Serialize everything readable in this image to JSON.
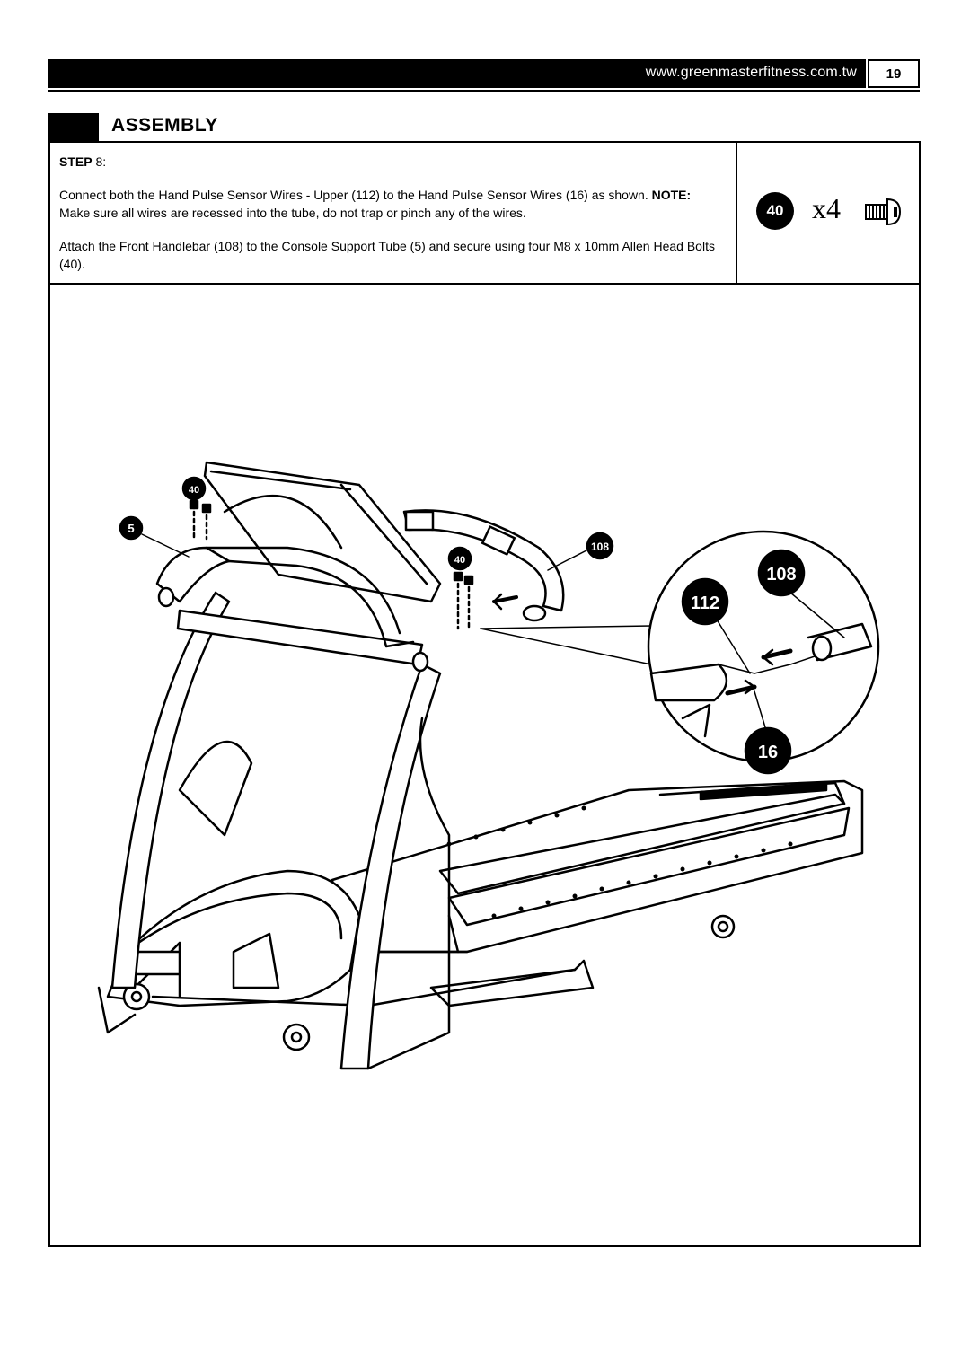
{
  "header": {
    "url": "www.greenmasterfitness.com.tw",
    "page_number": "19"
  },
  "section": {
    "title": "ASSEMBLY"
  },
  "step": {
    "label": "STEP",
    "number": "8:",
    "paragraph1_a": "Connect both the Hand Pulse Sensor Wires - Upper (112) to the Hand Pulse Sensor Wires (16) as shown.",
    "paragraph1_note_label": "NOTE:",
    "paragraph1_b": "Make sure all wires are recessed into the tube, do not trap or pinch any of the wires.",
    "paragraph2": "Attach the Front Handlebar (108) to the Console Support Tube (5) and secure using four M8 x 10mm Allen Head Bolts (40)."
  },
  "hardware": {
    "part_number": "40",
    "quantity": "x4"
  },
  "diagram": {
    "callouts": {
      "console_tube": "5",
      "bolt_left": "40",
      "bolt_right": "40",
      "handlebar": "108"
    },
    "detail_callouts": {
      "upper_wire": "112",
      "handlebar": "108",
      "lower_wire": "16"
    }
  }
}
